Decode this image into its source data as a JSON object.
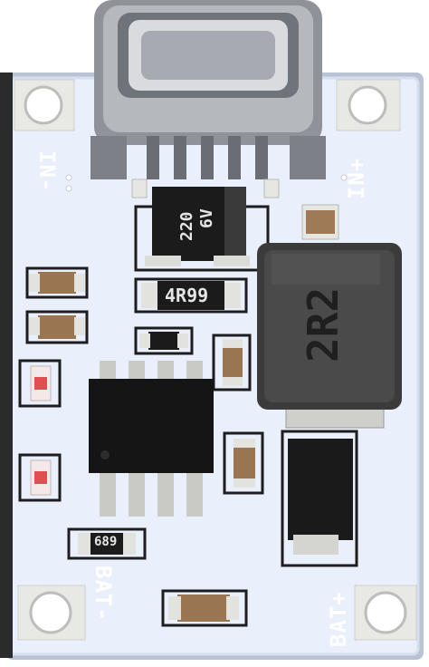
{
  "silkscreen": {
    "in_minus": "IN-",
    "in_plus": "IN+",
    "bat_minus": "BAT-",
    "bat_plus": "BAT+"
  },
  "component_markings": {
    "capacitor_top": "220",
    "capacitor_bottom": "6V",
    "resistor": "4R99",
    "inductor": "2R2",
    "small_resistor": "689"
  },
  "colors": {
    "pcb": "#e9f0fb",
    "trace": "#cfdcf2",
    "pad": "#e6e6e2",
    "ic": "#161616",
    "inductor": "#3d3d3d",
    "connector": "#9a9da3"
  }
}
